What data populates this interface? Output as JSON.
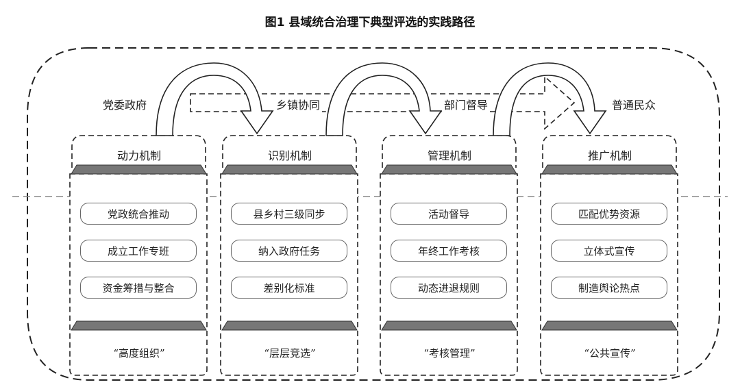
{
  "title": "图1 县域统合治理下典型评选的实践路径",
  "actors": {
    "left": "党委政府",
    "township": "乡镇协同",
    "department": "部门督导",
    "right": "普通民众"
  },
  "columns": [
    {
      "head": "动力机制",
      "items": [
        "党政统合推动",
        "成立工作专班",
        "资金筹措与整合"
      ],
      "foot": "“高度组织”"
    },
    {
      "head": "识别机制",
      "items": [
        "县乡村三级同步",
        "纳入政府任务",
        "差别化标准"
      ],
      "foot": "“层层竞选”"
    },
    {
      "head": "管理机制",
      "items": [
        "活动督导",
        "年终工作考核",
        "动态进退规则"
      ],
      "foot": "“考核管理”"
    },
    {
      "head": "推广机制",
      "items": [
        "匹配优势资源",
        "立体式宣传",
        "制造舆论热点"
      ],
      "foot": "“公共宣传”"
    }
  ]
}
